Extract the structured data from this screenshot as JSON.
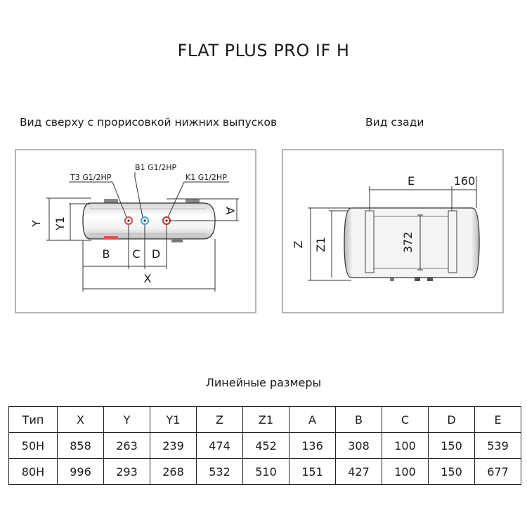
{
  "header": {
    "title": "FLAT PLUS PRO IF H"
  },
  "views": {
    "top_caption": "Вид сверху с прорисовкой нижних выпусков",
    "rear_caption": "Вид сзади"
  },
  "top_view": {
    "connections": {
      "t3": "T3 G1/2HP",
      "b1": "B1 G1/2HP",
      "k1": "K1 G1/2HP"
    },
    "dims": {
      "y": "Y",
      "y1": "Y1",
      "a": "A",
      "b": "B",
      "c": "C",
      "d": "D",
      "x": "X"
    },
    "colors": {
      "hot": "#d9534f",
      "cold": "#4aa3df",
      "inlet": "#c0392b"
    }
  },
  "rear_view": {
    "dims": {
      "e": "E",
      "offset": "160",
      "z": "Z",
      "z1": "Z1",
      "bracket": "372"
    }
  },
  "table": {
    "caption": "Линейные размеры",
    "headers": [
      "Тип",
      "X",
      "Y",
      "Y1",
      "Z",
      "Z1",
      "A",
      "B",
      "C",
      "D",
      "E"
    ],
    "rows": [
      [
        "50H",
        "858",
        "263",
        "239",
        "474",
        "452",
        "136",
        "308",
        "100",
        "150",
        "539"
      ],
      [
        "80H",
        "996",
        "293",
        "268",
        "532",
        "510",
        "151",
        "427",
        "100",
        "150",
        "677"
      ]
    ]
  }
}
